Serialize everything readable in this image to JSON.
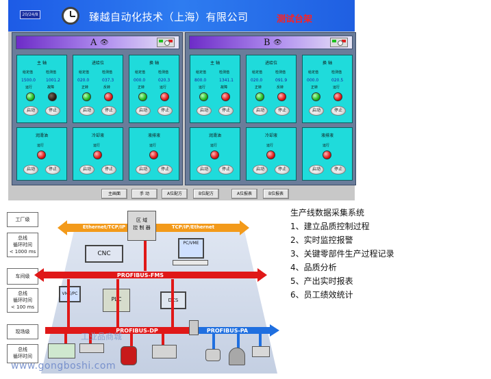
{
  "hmi": {
    "date_badge": "20/24/8",
    "company_title": "臻越自动化技术（上海）有限公司",
    "rig_title": "测试台架",
    "stations": [
      {
        "label": "A",
        "modules": [
          {
            "title": "主 轴",
            "hdr1": "给定值",
            "hdr2": "检测值",
            "val1": "1500.0",
            "val2": "1001.2",
            "lbl1": "运行",
            "lbl2": "故障",
            "lamp1": "green",
            "lamp2": "dark",
            "start": "启动",
            "stop": "停止"
          },
          {
            "title": "进给位",
            "hdr1": "给定值",
            "hdr2": "检测值",
            "val1": "020.0",
            "val2": "037.3",
            "lbl1": "正转",
            "lbl2": "反转",
            "lamp1": "green",
            "lamp2": "red",
            "start": "启动",
            "stop": "停止"
          },
          {
            "title": "换 轴",
            "hdr1": "给定值",
            "hdr2": "检测值",
            "val1": "000.0",
            "val2": "020.3",
            "lbl1": "正转",
            "lbl2": "运行",
            "lamp1": "green",
            "lamp2": "red",
            "start": "启动",
            "stop": "停止"
          },
          {
            "title": "润滑油",
            "lbl1": "运行",
            "lamp1": "red",
            "start": "启动",
            "stop": "停止"
          },
          {
            "title": "冷却液",
            "lbl1": "运行",
            "lamp1": "red",
            "start": "启动",
            "stop": "停止"
          },
          {
            "title": "液排液",
            "lbl1": "运行",
            "lamp1": "red",
            "start": "启动",
            "stop": "停止"
          }
        ]
      },
      {
        "label": "B",
        "modules": [
          {
            "title": "主 轴",
            "hdr1": "给定值",
            "hdr2": "检测值",
            "val1": "800.0",
            "val2": "1341.1",
            "lbl1": "运行",
            "lbl2": "故障",
            "lamp1": "green",
            "lamp2": "red",
            "start": "启动",
            "stop": "停止"
          },
          {
            "title": "进给位",
            "hdr1": "给定值",
            "hdr2": "检测值",
            "val1": "020.0",
            "val2": "091.9",
            "lbl1": "正转",
            "lbl2": "反转",
            "lamp1": "green",
            "lamp2": "red",
            "start": "启动",
            "stop": "停止"
          },
          {
            "title": "换 轴",
            "hdr1": "给定值",
            "hdr2": "检测值",
            "val1": "000.0",
            "val2": "020.5",
            "lbl1": "正转",
            "lbl2": "运行",
            "lamp1": "green",
            "lamp2": "red",
            "start": "启动",
            "stop": "停止"
          },
          {
            "title": "润滑油",
            "lbl1": "运行",
            "lamp1": "red",
            "start": "启动",
            "stop": "停止"
          },
          {
            "title": "冷却液",
            "lbl1": "运行",
            "lamp1": "red",
            "start": "启动",
            "stop": "停止"
          },
          {
            "title": "液排液",
            "lbl1": "运行",
            "lamp1": "red",
            "start": "启动",
            "stop": "停止"
          }
        ]
      }
    ],
    "nav": [
      "主画面",
      "手 动",
      "A位配方",
      "B位配方",
      "A位报表",
      "B位报表"
    ]
  },
  "network": {
    "levels": [
      {
        "label": "工厂级"
      },
      {
        "label": "总线\n循环时间\n< 1000 ms"
      },
      {
        "label": "车间级"
      },
      {
        "label": "总线\n循环时间\n< 100 ms"
      },
      {
        "label": "现场级"
      },
      {
        "label": "总线\n循环时间"
      }
    ],
    "ethernet_left": "Ethernet/TCP/IP",
    "ethernet_right": "TCP/IP/Ethernet",
    "controller": "区 域\n控 制 器",
    "fms": "PROFIBUS-FMS",
    "dp": "PROFIBUS-DP",
    "pa": "PROFIBUS-PA",
    "cnc": "CNC",
    "pcvme_top": "PC/VME",
    "vmepc": "VME/PC",
    "plc": "PLC",
    "dcs": "DCS"
  },
  "info": {
    "title": "生产线数据采集系统",
    "items": [
      "1、建立品质控制过程",
      "2、实时监控报警",
      "3、关键零部件生产过程记录",
      "4、品质分析",
      "5、产出实时报表",
      "6、员工绩效统计"
    ]
  },
  "watermark": {
    "url": "www.gongboshi.com",
    "brand": "工业品商城"
  }
}
